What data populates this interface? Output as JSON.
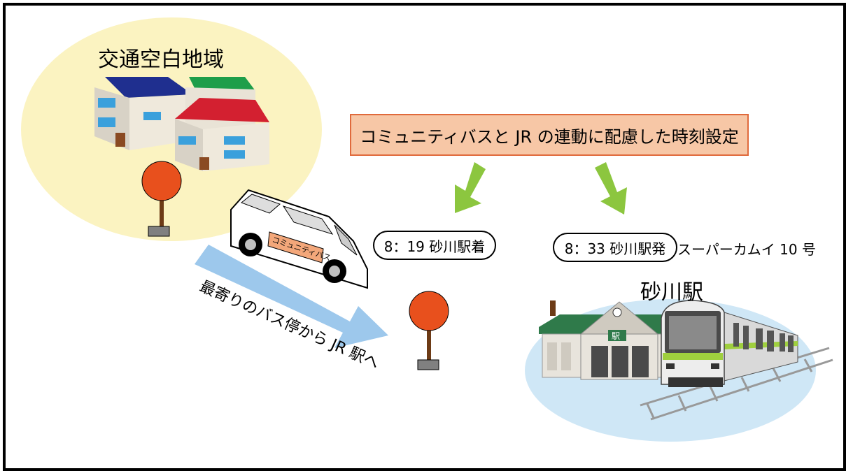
{
  "area_label": "交通空白地域",
  "headline": "コミュニティバスと JR の連動に配慮した時刻設定",
  "arrival_label": "8：19 砂川駅着",
  "departure_label": "8：33 砂川駅発",
  "train_name": "スーパーカムイ 10 号",
  "station_label": "砂川駅",
  "route_label": "最寄りのバス停から JR 駅へ",
  "bus_sign": "コミュニティバス",
  "station_sign": "駅",
  "colors": {
    "area_fill": "#fbf3c1",
    "headline_fill": "#f7c7a6",
    "headline_border": "#e06a3c",
    "arrow_green": "#8cc63f",
    "route_arrow": "#9dc8ec",
    "bus_stop_sign": "#e8501d",
    "station_area": "#cfe7f6",
    "train_stripe": "#9fcf3e"
  }
}
